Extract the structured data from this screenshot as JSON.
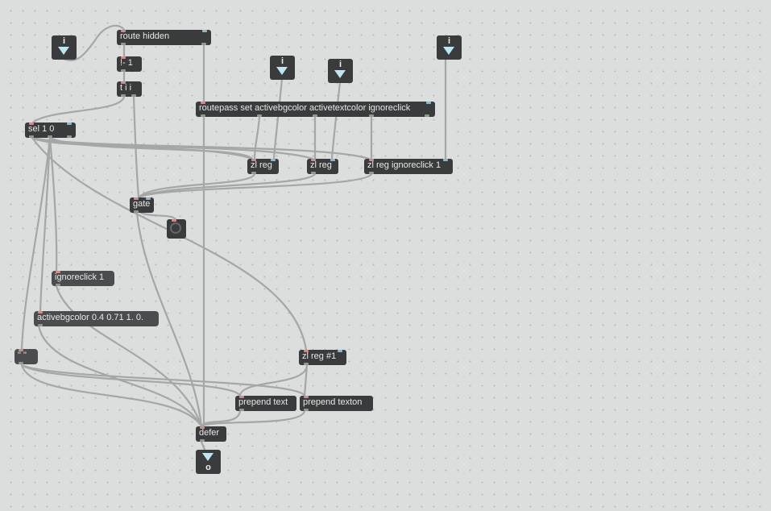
{
  "objects": {
    "route": "route hidden",
    "not1": "!- 1",
    "tii": "t i i",
    "routepass": "routepass set activebgcolor activetextcolor ignoreclick",
    "sel": "sel 1 0",
    "zlreg1": "zl reg",
    "zlreg2": "zl reg",
    "zlregig": "zl reg ignoreclick 1",
    "gate": "gate",
    "zlreghash": "zl reg #1",
    "prependtext": "prepend text",
    "prependtexton": "prepend texton",
    "defer": "defer"
  },
  "messages": {
    "ignoreclick": "ignoreclick 1",
    "activebg": "activebgcolor 0.4 0.71 1. 0.",
    "empty": "\" \""
  },
  "inlets": {
    "in1": "i",
    "in2": "i",
    "in3": "i",
    "in4": "i"
  },
  "outlets": {
    "out1": "o"
  },
  "colors": {
    "canvas": "#dcdddd",
    "object": "#3a3b3c",
    "message": "#4b4c4e",
    "cord": "#a5a6a7",
    "inlet_triangle": "#bfe6f0"
  }
}
